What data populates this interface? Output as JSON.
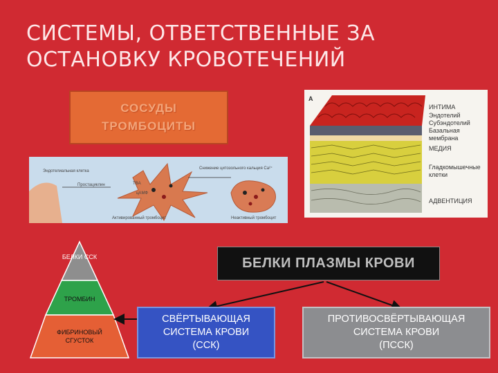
{
  "title": {
    "line1": "СИСТЕМЫ, ОТВЕТСТВЕННЫЕ ЗА",
    "line2": "ОСТАНОВКУ КРОВОТЕЧЕНИЙ"
  },
  "orange_box": {
    "line1": "СОСУДЫ",
    "line2": "ТРОМБОЦИТЫ"
  },
  "platelet_figure": {
    "label_endothelial": "Эндотелиальная клетка",
    "label_prostacyclin": "Простациклин",
    "label_tba": "TBA",
    "label_amp": "цАМФ",
    "label_ca": "Снижение цитозольного кальция Ca²⁺",
    "label_activated": "Активированный тромбоцит",
    "label_inactive": "Неактивный тромбоцит"
  },
  "vessel_figure": {
    "panel_letter": "А",
    "labels": [
      "ИНТИМА",
      "Эндотелий",
      "Субэндотелий",
      "Базальная",
      "мембрана",
      "МЕДИЯ",
      "Гладкомышечные",
      "клетки",
      "АДВЕНТИЦИЯ"
    ]
  },
  "pyramid": {
    "top": "БЕЛКИ ССК",
    "middle": "ТРОМБИН",
    "bottom_line1": "ФИБРИНОВЫЙ",
    "bottom_line2": "СГУСТОК",
    "colors": {
      "top": "#8e8e8e",
      "middle": "#2ea24a",
      "bottom": "#e55f35"
    }
  },
  "plasma_box": {
    "label": "БЕЛКИ ПЛАЗМЫ КРОВИ"
  },
  "coag_box": {
    "line1": "СВЁРТЫВАЮЩАЯ",
    "line2": "СИСТЕМА КРОВИ",
    "line3": "(ССК)"
  },
  "anticoag_box": {
    "line1": "ПРОТИВОСВЁРТЫВАЮЩАЯ",
    "line2": "СИСТЕМА КРОВИ",
    "line3": "(ПССК)"
  }
}
